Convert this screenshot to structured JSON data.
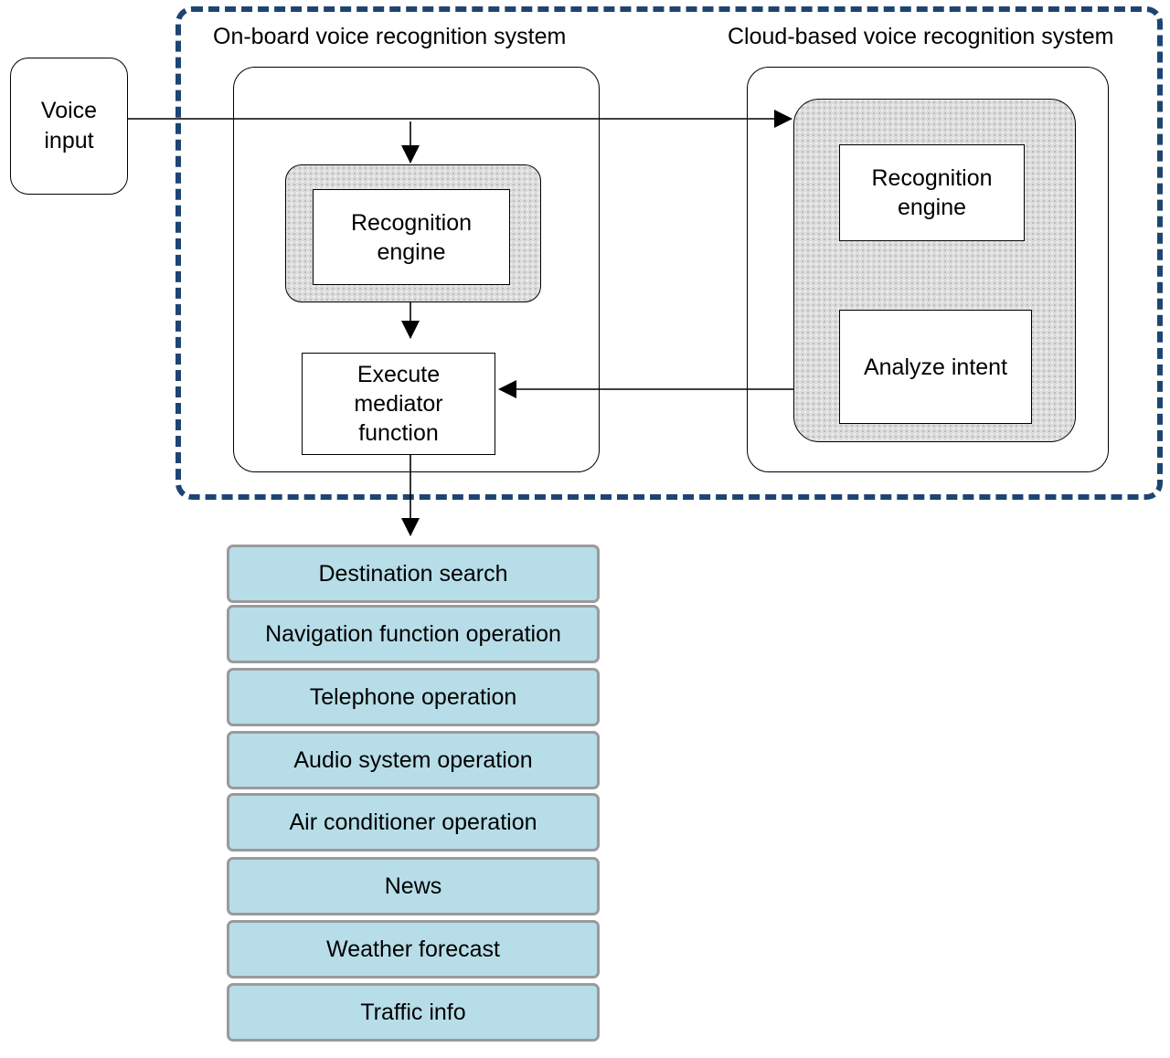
{
  "voice_input": {
    "label": "Voice\ninput"
  },
  "onboard": {
    "title": "On-board voice recognition system",
    "recognition_engine": "Recognition\nengine",
    "mediator": "Execute\nmediator\nfunction"
  },
  "cloud": {
    "title": "Cloud-based voice recognition system",
    "recognition_engine": "Recognition\nengine",
    "analyze_intent": "Analyze intent"
  },
  "functions": [
    "Destination search",
    "Navigation function operation",
    "Telephone operation",
    "Audio system operation",
    "Air conditioner operation",
    "News",
    "Weather forecast",
    "Traffic info"
  ],
  "colors": {
    "boundary": "#1e4472",
    "function_fill": "#b7dde8",
    "function_border": "#9a9a9a",
    "shading": "#dcdcdc"
  }
}
